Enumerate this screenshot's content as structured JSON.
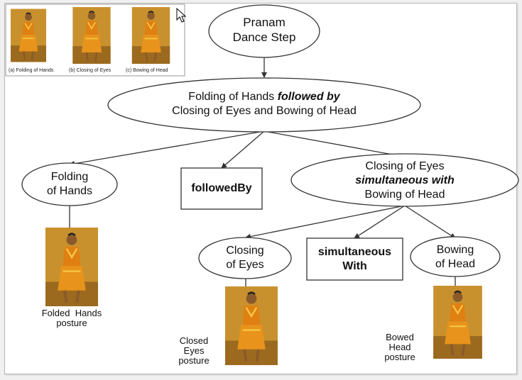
{
  "root": {
    "line1": "Pranam",
    "line2": "Dance Step"
  },
  "level1": {
    "part1": "Folding of Hands ",
    "keyword": "followed by",
    "line2": "Closing of Eyes and Bowing of Head"
  },
  "folding": {
    "line1": "Folding",
    "line2": "of Hands",
    "caption1": "Folded  Hands",
    "caption2": "posture"
  },
  "followed_box": "followedBy",
  "closing_bowing": {
    "line1": "Closing of Eyes",
    "keyword": "simultaneous with",
    "line3": "Bowing of Head"
  },
  "closing": {
    "line1": "Closing",
    "line2": "of Eyes",
    "caption1": "Closed",
    "caption2": "Eyes",
    "caption3": "posture"
  },
  "simultaneous_box": {
    "line1": "simultaneous",
    "line2": "With"
  },
  "bowing": {
    "line1": "Bowing",
    "line2": "of Head",
    "caption1": "Bowed",
    "caption2": "Head",
    "caption3": "posture"
  },
  "thumbnails": {
    "a": "(a) Folding of Hands",
    "b": "(b) Closing of Eyes",
    "c": "(c) Bowing of Head"
  },
  "colors": {
    "photo_background": "#c8912e",
    "costume": "#e07f12",
    "line": "#333333"
  }
}
